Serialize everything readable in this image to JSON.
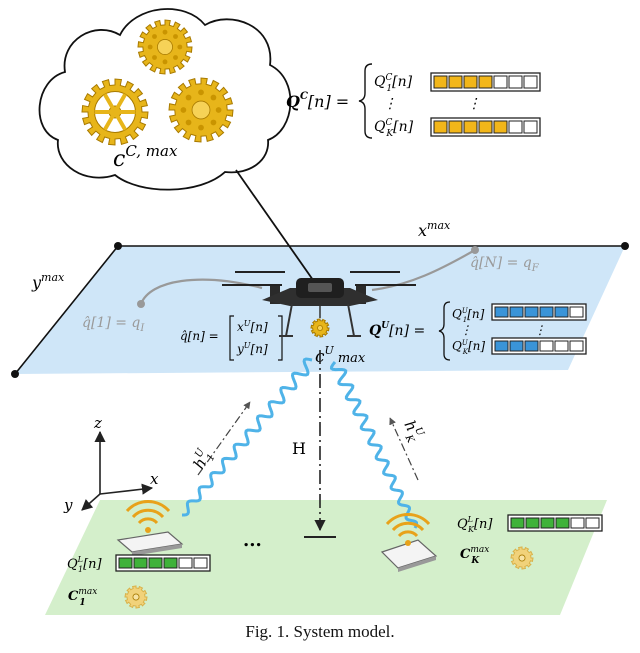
{
  "colors": {
    "cloud_queue": "#f2b619",
    "uav_queue": "#3a94d8",
    "user_queue": "#3fb23a",
    "uav_plane": "#cfe6f8",
    "ground_plane": "#d4efcb",
    "gear_gold": "#e7b51a",
    "signal_wave": "#4fb3e8"
  },
  "cloud": {
    "capacity_base": "c",
    "capacity_sup": "C, max",
    "queue_lhs": "Q",
    "queue_lhs_sup": "C",
    "queue_lhs_arg": "[n] =",
    "queue_first": "Q",
    "queue_first_sub": "1",
    "queue_first_sup": "C",
    "queue_first_arg": "[n]",
    "queue_last": "Q",
    "queue_last_sub": "K",
    "queue_last_sup": "C",
    "queue_last_arg": "[n]",
    "vdots": "⋮",
    "queue_first_filled": 4,
    "queue_last_filled": 5,
    "queue_slots": 7
  },
  "uav_plane": {
    "x_max": "x",
    "x_max_sup": "max",
    "y_max": "y",
    "y_max_sup": "max",
    "start_label": "q̂[1] = q",
    "start_label_sub": "I",
    "end_label": "q̂[N] = q",
    "end_label_sub": "F",
    "pos_lhs": "q̂[n] =",
    "pos_row1": "x",
    "pos_row1_sup": "U",
    "pos_row1_arg": "[n]",
    "pos_row2": "y",
    "pos_row2_sup": "U",
    "pos_row2_arg": "[n]",
    "uav_capacity_base": "c",
    "uav_capacity_sup": "U",
    "uav_capacity_tail": "max",
    "queue_lhs": "Q",
    "queue_lhs_sup": "U",
    "queue_lhs_arg": "[n] =",
    "queue_first": "Q",
    "queue_first_sub": "1",
    "queue_first_sup": "U",
    "queue_first_arg": "[n]",
    "queue_last": "Q",
    "queue_last_sub": "K",
    "queue_last_sup": "U",
    "queue_last_arg": "[n]",
    "vdots": "⋮",
    "queue_first_filled": 5,
    "queue_last_filled": 3,
    "queue_slots": 6
  },
  "links": {
    "h1": "h",
    "h1_sub": "1",
    "h1_sup": "U",
    "hk": "h",
    "hk_sub": "K",
    "hk_sup": "U",
    "height": "H"
  },
  "axes": {
    "z": "z",
    "x": "x",
    "y": "y"
  },
  "ground": {
    "ellipsis": "...",
    "user1_queue": "Q",
    "user1_queue_sub": "1",
    "user1_queue_sup": "L",
    "user1_queue_arg": "[n]",
    "user1_capacity": "C",
    "user1_capacity_sub": "1",
    "user1_capacity_sup": "max",
    "userK_queue": "Q",
    "userK_queue_sub": "K",
    "userK_queue_sup": "L",
    "userK_queue_arg": "[n]",
    "userK_capacity": "C",
    "userK_capacity_sub": "K",
    "userK_capacity_sup": "max",
    "user1_queue_filled": 4,
    "userK_queue_filled": 4,
    "queue_slots": 6
  },
  "caption": "Fig. 1.  System model."
}
